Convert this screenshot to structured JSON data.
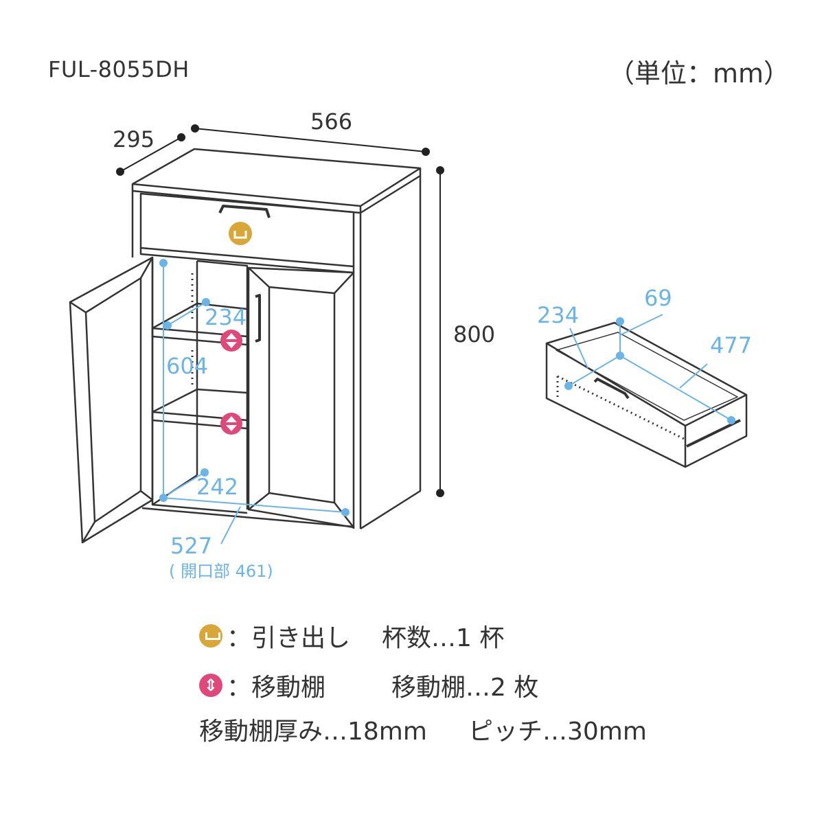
{
  "header": {
    "model": "FUL-8055DH",
    "unit": "（単位：mm）"
  },
  "cabinet": {
    "depth": "295",
    "width": "566",
    "height": "800",
    "inner_depth_upper": "234",
    "inner_height": "604",
    "inner_depth_lower": "242",
    "inner_width": "527",
    "opening_note": "( 開口部 461)"
  },
  "drawer": {
    "depth": "234",
    "height": "69",
    "width": "477"
  },
  "legend": {
    "drawer_label": "：引き出し",
    "drawer_count": "杯数…1 杯",
    "shelf_label": "：移動棚",
    "shelf_count": "移動棚…2 枚",
    "shelf_thickness": "移動棚厚み…18mm",
    "pitch": "ピッチ…30mm"
  },
  "colors": {
    "line": "#333333",
    "dimension_blue": "#6ab4e8",
    "drawer_icon": "#d8a738",
    "shelf_icon": "#e0487a"
  },
  "icons": [
    "drawer-icon",
    "movable-shelf-icon"
  ]
}
